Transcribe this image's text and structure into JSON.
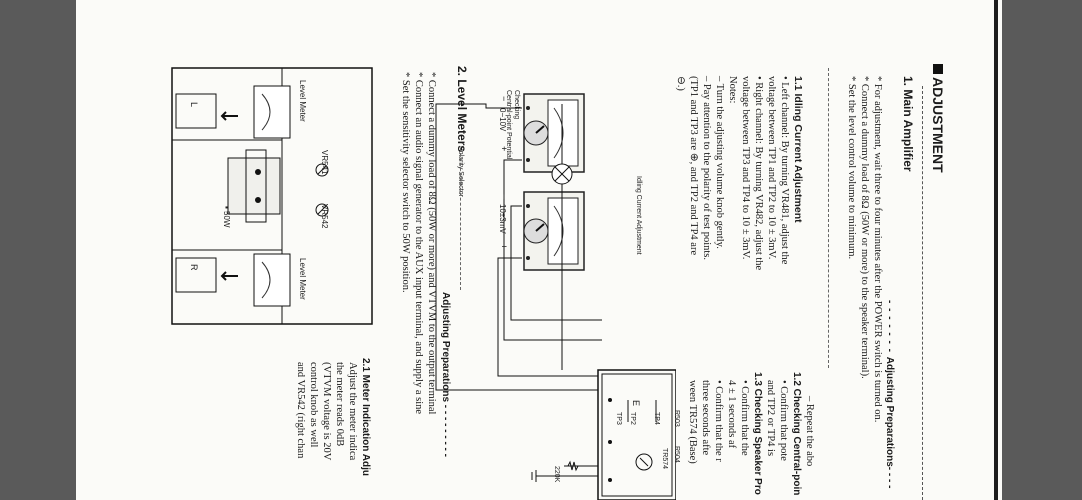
{
  "heading": "ADJUSTMENT",
  "s1": {
    "title": "1. Main Amplifier",
    "prep_title": "Adjusting Preparations",
    "prep": [
      "*  For adjustment, wait three to four minutes after the POWER switch is turned on.",
      "*  Connect a dummy load of 8Ω (50W or more) to the speaker terminal).",
      "*  Set the level control volume to minimum."
    ]
  },
  "s11": {
    "title": "1.1  Idling Current Adjustment",
    "lines": [
      "•  Left channel: By turning VR481, adjust the",
      "    voltage between TP1 and TP2 to 10 ± 3mV.",
      "•  Right channel: By turning VR482, adjust the",
      "    voltage between TP3 and TP4 to 10 ± 3mV.",
      "    Notes:",
      "  –  Turn the adjusting volume knob gently.",
      "  –  Pay attention to the polarity of test points.",
      "     (TP1 and TP3 are ⊕, and TP2 and TP4 are",
      "     ⊖.)"
    ]
  },
  "s12": {
    "lines": [
      "–  Repeat the abo",
      "1.2  Checking Central-poin",
      "•  Confirm that pote",
      "    and TP2 or TP4 is",
      "1.3  Checking Speaker Pro",
      "•  Confirm that the",
      "    4 ± 1 seconds af",
      "•  Confirm that the r",
      "    three seconds afte",
      "    ween TR574 (Base)"
    ]
  },
  "s2": {
    "title": "2. Level Meters",
    "prep_title": "Adjusting Preparations",
    "prep": [
      "*  Connect a dummy load of 8Ω (50W or more) and VTVM to the output terminal",
      "*  Connect an audio signal generator to the AUX input terminal, and supply a sine",
      "*  Set the sensitivity selector switch to 50W position."
    ]
  },
  "s21": {
    "lines": [
      "2.1  Meter Indication Adju",
      "     Adjust the meter indica",
      "     the meter reads 0dB",
      "     (VTVM voltage is 20V",
      "     control knob as well",
      "     and VR542 (right chan"
    ]
  },
  "diagram": {
    "checking_label": "Checking",
    "central_label": "Central-point Potential",
    "range1": "0−10V",
    "range2": "10±3mV",
    "idling_label": "Idling Current Adjustment",
    "polarity_label": "Polarity Selector",
    "plus": "+",
    "minus": "−",
    "e_label": "E",
    "tp3": "TP3",
    "tp2": "TP2",
    "tp4": "TP4",
    "tr574": "TR574",
    "r503": "R503",
    "r504": "R504",
    "r220k": "220K"
  },
  "level_diagram": {
    "left_meter": "Level Meter",
    "right_meter": "Level Meter",
    "l": "L",
    "r": "R",
    "vr541": "VR541",
    "vr542": "VR542",
    "sw50": "▪ 50W"
  }
}
